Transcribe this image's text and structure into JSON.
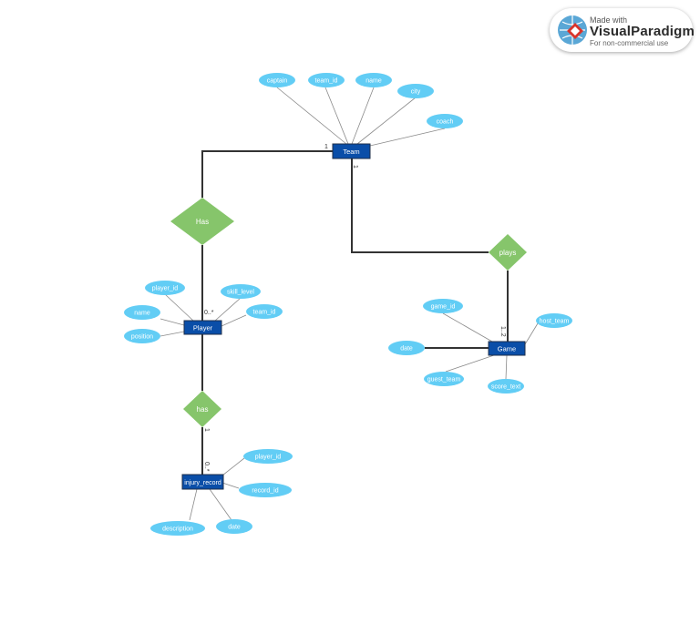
{
  "watermark": {
    "line1": "Made with",
    "line2": "VisualParadigm",
    "line3": "For non-commercial use"
  },
  "colors": {
    "entity_fill": "#0a4ea8",
    "attribute_fill": "#62cdf5",
    "relationship_fill": "#86c56b",
    "line": "#333333"
  },
  "entities": {
    "team": "Team",
    "player": "Player",
    "game": "Game",
    "injury": "injury_record"
  },
  "relationships": {
    "has_team_player": "Has",
    "plays": "plays",
    "has_player_injury": "has"
  },
  "attributes": {
    "team_captain": "captain",
    "team_team_id": "team_id",
    "team_name": "name",
    "team_city": "city",
    "team_coach": "coach",
    "player_player_id": "player_id",
    "player_skill_level": "skill_level",
    "player_name": "name",
    "player_team_id": "team_id",
    "player_position": "position",
    "game_game_id": "game_id",
    "game_host_team": "host_team",
    "game_date": "date",
    "game_guest_team": "guest_team",
    "game_score_text": "score_text",
    "injury_player_id": "player_id",
    "injury_record_id": "record_id",
    "injury_description": "description",
    "injury_date": "date"
  },
  "cardinalities": {
    "team_has": "1",
    "team_plays": "1",
    "player_has": "0..*",
    "game_plays": "1..2",
    "player_injury": "1",
    "injury_has": "0..*"
  }
}
